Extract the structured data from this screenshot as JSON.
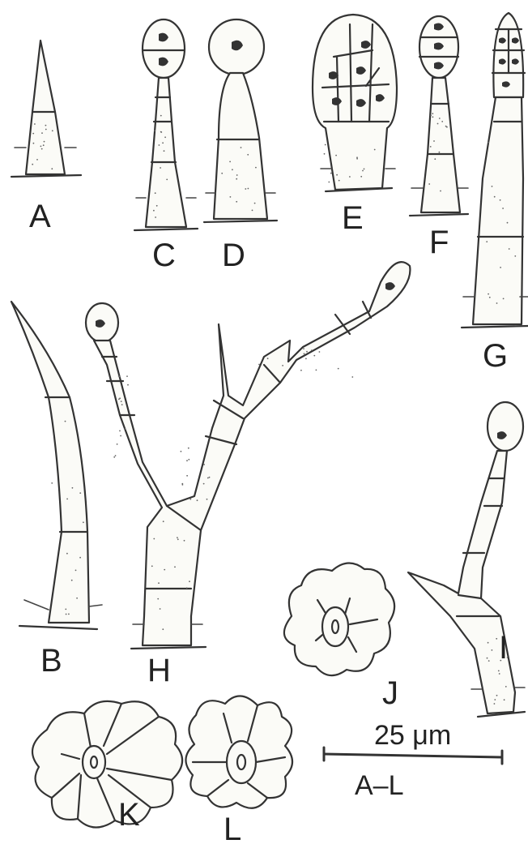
{
  "panels": {
    "A": "A",
    "B": "B",
    "C": "C",
    "D": "D",
    "E": "E",
    "F": "F",
    "G": "G",
    "H": "H",
    "I": "I",
    "J": "J",
    "K": "K",
    "L": "L"
  },
  "scale_bar": {
    "value": "25 μm",
    "range": "A–L"
  },
  "colors": {
    "ink": "#333333",
    "paper": "#ffffff",
    "cell_fill": "#fbfbf7"
  }
}
